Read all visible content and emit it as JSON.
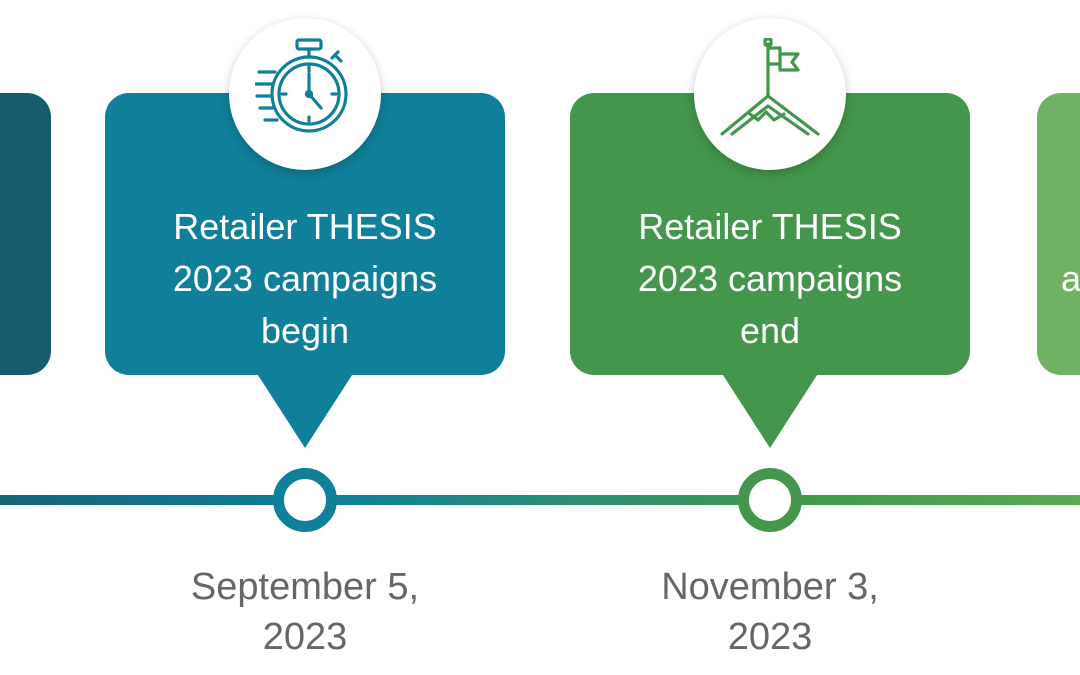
{
  "timeline": {
    "events": [
      {
        "title": "Retailer THESIS\n2023 campaigns\nbegin",
        "date": "September 5,\n2023",
        "icon": "stopwatch-icon",
        "color": "#0f7f9a"
      },
      {
        "title": "Retailer THESIS\n2023 campaigns\nend",
        "date": "November 3,\n2023",
        "icon": "mountain-flag-icon",
        "color": "#43964b"
      }
    ],
    "partial_right_card_text": "a",
    "colors": {
      "left_partial_card": "#165c6e",
      "right_partial_card": "#70b164",
      "date_text": "#666666"
    }
  }
}
